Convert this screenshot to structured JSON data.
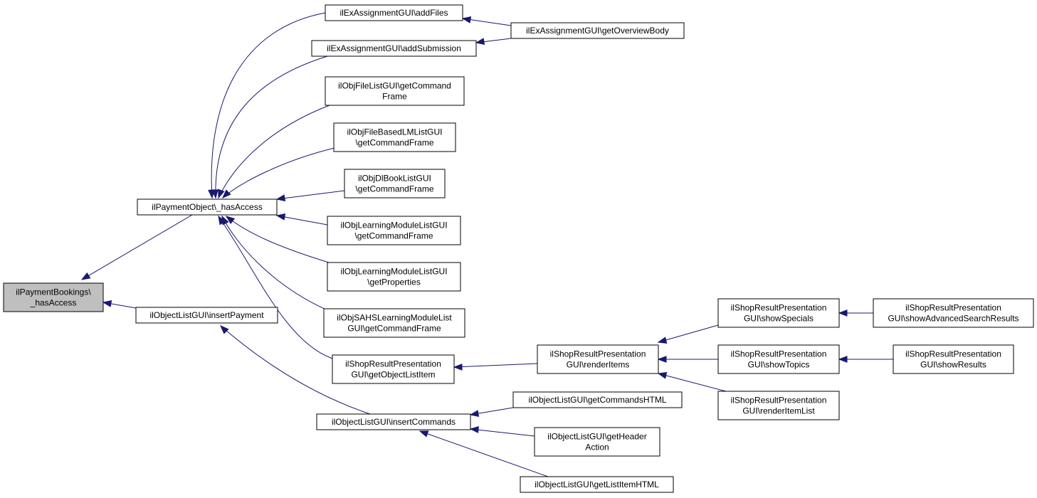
{
  "colors": {
    "edge": "#191970",
    "node_border": "#000000",
    "node_fill": "#ffffff",
    "root_fill": "#bfbfbf"
  },
  "nodes": [
    {
      "id": "root",
      "lines": [
        "ilPaymentBookings\\",
        "_hasAccess"
      ],
      "highlight": true
    },
    {
      "id": "po_has",
      "lines": [
        "ilPaymentObject\\_hasAccess"
      ]
    },
    {
      "id": "olg_ip",
      "lines": [
        "ilObjectListGUI\\insertPayment"
      ]
    },
    {
      "id": "ea_af",
      "lines": [
        "ilExAssignmentGUI\\addFiles"
      ]
    },
    {
      "id": "ea_as",
      "lines": [
        "ilExAssignmentGUI\\addSubmission"
      ]
    },
    {
      "id": "ea_ov",
      "lines": [
        "ilExAssignmentGUI\\getOverviewBody"
      ]
    },
    {
      "id": "fl_cf",
      "lines": [
        "ilObjFileListGUI\\getCommand",
        "Frame"
      ]
    },
    {
      "id": "fb_cf",
      "lines": [
        "ilObjFileBasedLMListGUI",
        "\\getCommandFrame"
      ]
    },
    {
      "id": "dib_cf",
      "lines": [
        "ilObjDlBookListGUI",
        "\\getCommandFrame"
      ]
    },
    {
      "id": "lm_cf",
      "lines": [
        "ilObjLearningModuleListGUI",
        "\\getCommandFrame"
      ]
    },
    {
      "id": "lm_gp",
      "lines": [
        "ilObjLearningModuleListGUI",
        "\\getProperties"
      ]
    },
    {
      "id": "sahs_cf",
      "lines": [
        "ilObjSAHSLearningModuleList",
        "GUI\\getCommandFrame"
      ]
    },
    {
      "id": "srp_goli",
      "lines": [
        "ilShopResultPresentation",
        "GUI\\getObjectListItem"
      ]
    },
    {
      "id": "srp_ri",
      "lines": [
        "ilShopResultPresentation",
        "GUI\\renderItems"
      ]
    },
    {
      "id": "srp_ss",
      "lines": [
        "ilShopResultPresentation",
        "GUI\\showSpecials"
      ]
    },
    {
      "id": "srp_st",
      "lines": [
        "ilShopResultPresentation",
        "GUI\\showTopics"
      ]
    },
    {
      "id": "srp_ril",
      "lines": [
        "ilShopResultPresentation",
        "GUI\\renderItemList"
      ]
    },
    {
      "id": "srp_sasr",
      "lines": [
        "ilShopResultPresentation",
        "GUI\\showAdvancedSearchResults"
      ]
    },
    {
      "id": "srp_sr",
      "lines": [
        "ilShopResultPresentation",
        "GUI\\showResults"
      ]
    },
    {
      "id": "olg_ic",
      "lines": [
        "ilObjectListGUI\\insertCommands"
      ]
    },
    {
      "id": "olg_gch",
      "lines": [
        "ilObjectListGUI\\getCommandsHTML"
      ]
    },
    {
      "id": "olg_gha",
      "lines": [
        "ilObjectListGUI\\getHeader",
        "Action"
      ]
    },
    {
      "id": "olg_glih",
      "lines": [
        "ilObjectListGUI\\getListItemHTML"
      ]
    }
  ],
  "edges": [
    {
      "from": "po_has",
      "to": "root"
    },
    {
      "from": "olg_ip",
      "to": "root"
    },
    {
      "from": "ea_af",
      "to": "po_has"
    },
    {
      "from": "ea_as",
      "to": "po_has"
    },
    {
      "from": "fl_cf",
      "to": "po_has"
    },
    {
      "from": "fb_cf",
      "to": "po_has"
    },
    {
      "from": "dib_cf",
      "to": "po_has"
    },
    {
      "from": "lm_cf",
      "to": "po_has"
    },
    {
      "from": "lm_gp",
      "to": "po_has"
    },
    {
      "from": "sahs_cf",
      "to": "po_has"
    },
    {
      "from": "srp_goli",
      "to": "po_has"
    },
    {
      "from": "ea_ov",
      "to": "ea_af"
    },
    {
      "from": "ea_ov",
      "to": "ea_as"
    },
    {
      "from": "srp_ri",
      "to": "srp_goli"
    },
    {
      "from": "srp_ss",
      "to": "srp_ri"
    },
    {
      "from": "srp_st",
      "to": "srp_ri"
    },
    {
      "from": "srp_ril",
      "to": "srp_ri"
    },
    {
      "from": "srp_sasr",
      "to": "srp_ss"
    },
    {
      "from": "srp_sr",
      "to": "srp_st"
    },
    {
      "from": "olg_ic",
      "to": "olg_ip"
    },
    {
      "from": "olg_gch",
      "to": "olg_ic"
    },
    {
      "from": "olg_gha",
      "to": "olg_ic"
    },
    {
      "from": "olg_glih",
      "to": "olg_ic"
    }
  ]
}
